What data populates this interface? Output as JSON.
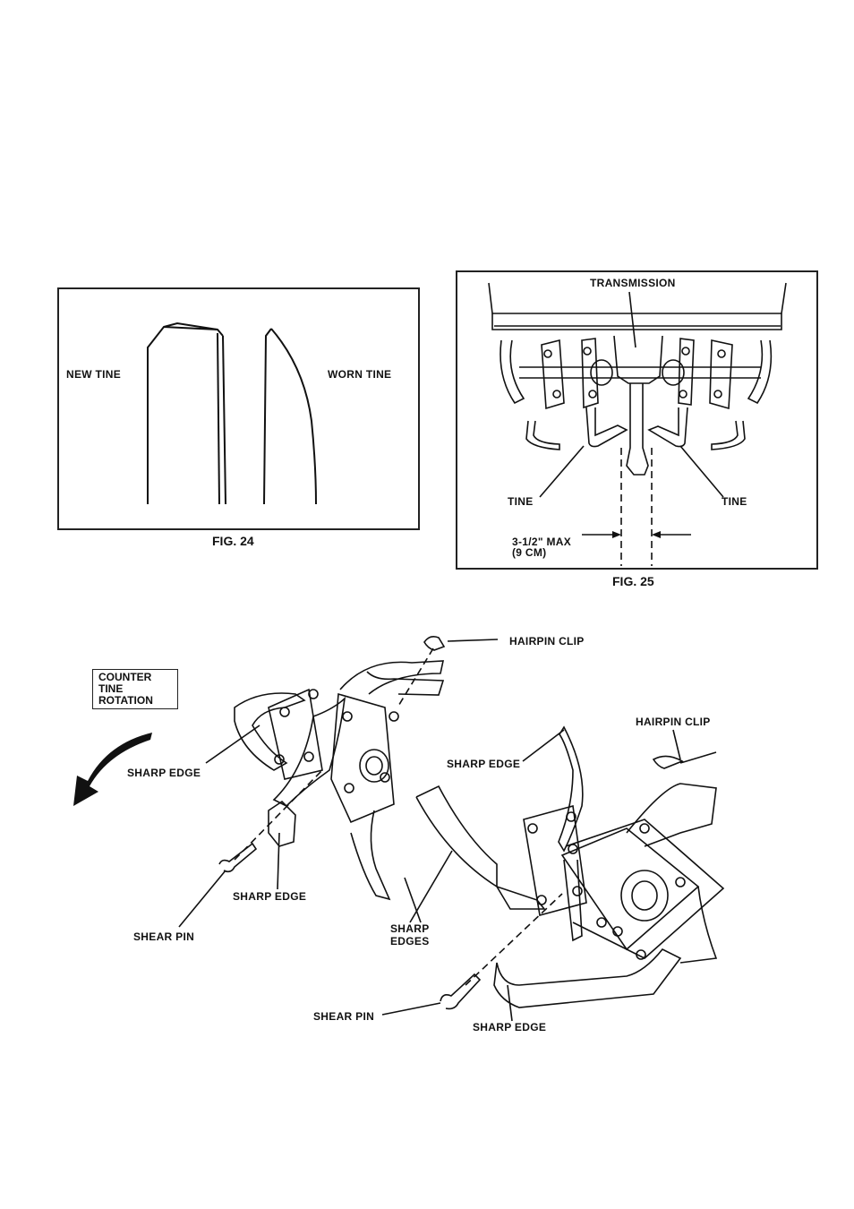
{
  "fig24": {
    "new_tine": "NEW TINE",
    "worn_tine": "WORN TINE",
    "caption": "FIG. 24"
  },
  "fig25": {
    "transmission": "TRANSMISSION",
    "tine_left": "TINE",
    "tine_right": "TINE",
    "max_line1": "3-1/2\" MAX",
    "max_line2": "(9 CM)",
    "caption": "FIG. 25"
  },
  "fig26": {
    "rotation_line1": "COUNTER",
    "rotation_line2": "TINE",
    "rotation_line3": "ROTATION",
    "hairpin_clip_1": "HAIRPIN CLIP",
    "hairpin_clip_2": "HAIRPIN CLIP",
    "sharp_edge_1": "SHARP EDGE",
    "sharp_edge_2": "SHARP EDGE",
    "sharp_edge_3": "SHARP EDGE",
    "sharp_edge_4": "SHARP EDGE",
    "sharp_edges_line1": "SHARP",
    "sharp_edges_line2": "EDGES",
    "shear_pin_1": "SHEAR PIN",
    "shear_pin_2": "SHEAR PIN"
  }
}
